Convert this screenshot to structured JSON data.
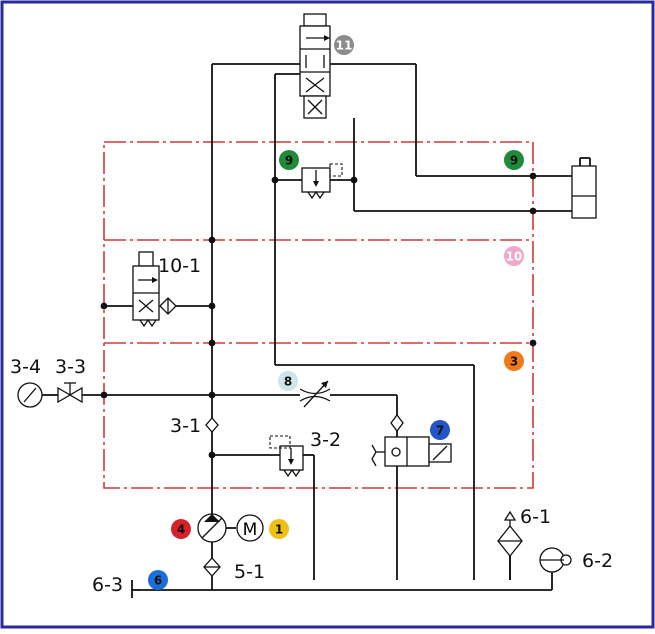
{
  "labels": {
    "l10_1": "10-1",
    "l3_4": "3-4",
    "l3_3": "3-3",
    "l3_1": "3-1",
    "l3_2": "3-2",
    "l5_1": "5-1",
    "l6_1": "6-1",
    "l6_2": "6-2",
    "l6_3": "6-3"
  },
  "badges": {
    "b11": {
      "text": "11",
      "color": "#8c8c8c",
      "text_color": "#ffffff"
    },
    "b9a": {
      "text": "9",
      "color": "#1f8a3a",
      "text_color": "#111111"
    },
    "b9b": {
      "text": "9",
      "color": "#1f8a3a",
      "text_color": "#111111"
    },
    "b10": {
      "text": "10",
      "color": "#f0a8c8",
      "text_color": "#ffffff"
    },
    "b3": {
      "text": "3",
      "color": "#f07a1a",
      "text_color": "#111111"
    },
    "b8": {
      "text": "8",
      "color": "#cfe5e8",
      "text_color": "#111111"
    },
    "b7": {
      "text": "7",
      "color": "#2255c8",
      "text_color": "#111111"
    },
    "b4": {
      "text": "4",
      "color": "#d8202a",
      "text_color": "#111111"
    },
    "b1": {
      "text": "1",
      "color": "#f0c010",
      "text_color": "#111111"
    },
    "b6": {
      "text": "6",
      "color": "#1a6ed8",
      "text_color": "#111111"
    }
  },
  "colors": {
    "frame": "#2a2a9a",
    "line": "#111111",
    "section": "#d23a3a"
  },
  "motor_symbol": "M"
}
